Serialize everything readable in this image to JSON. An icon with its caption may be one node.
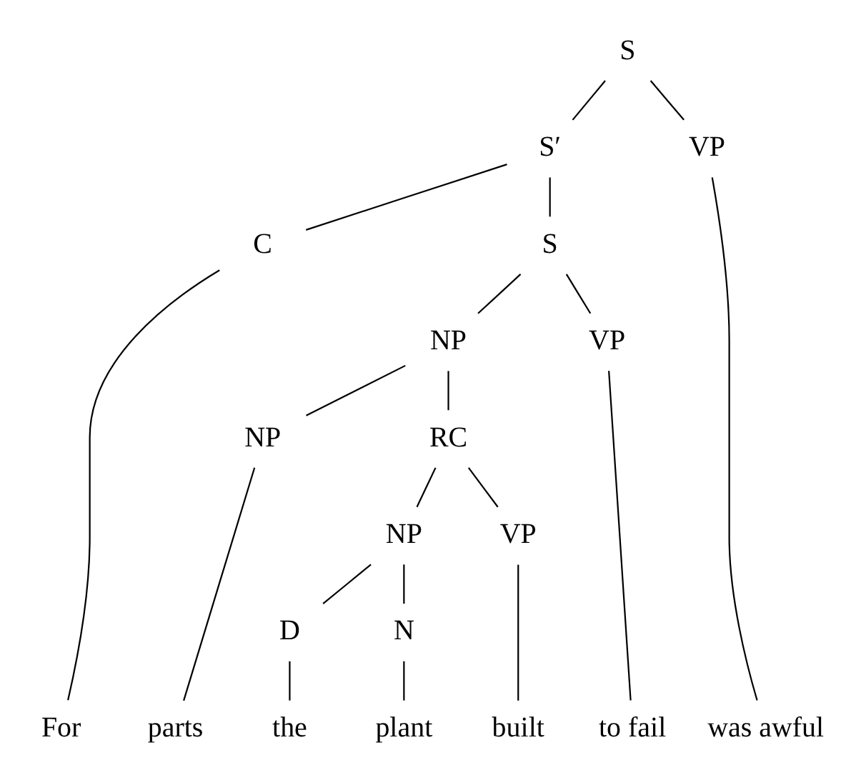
{
  "diagram": {
    "nodes": [
      {
        "text": [
          "S"
        ]
      },
      {
        "text": [
          "S′"
        ]
      },
      {
        "text": [
          "VP"
        ]
      },
      {
        "text": [
          "C"
        ]
      },
      {
        "text": [
          "S"
        ]
      },
      {
        "text": [
          "NP"
        ]
      },
      {
        "text": [
          "VP"
        ]
      },
      {
        "text": [
          "NP"
        ]
      },
      {
        "text": [
          "RC"
        ]
      },
      {
        "text": [
          "NP"
        ]
      },
      {
        "text": [
          "VP"
        ]
      },
      {
        "text": [
          "D"
        ]
      },
      {
        "text": [
          "N"
        ]
      },
      {
        "text": [
          "For"
        ]
      },
      {
        "text": [
          "parts"
        ]
      },
      {
        "text": [
          "the"
        ]
      },
      {
        "text": [
          "plant"
        ]
      },
      {
        "text": [
          "built"
        ]
      },
      {
        "text": [
          "to fail"
        ]
      },
      {
        "text": [
          "was awful"
        ]
      }
    ],
    "edges": [
      {
        "from": 0,
        "to": 1,
        "arrow": "none"
      },
      {
        "from": 0,
        "to": 2,
        "arrow": "none"
      },
      {
        "from": 1,
        "to": 3,
        "arrow": "none"
      },
      {
        "from": 1,
        "to": 4,
        "arrow": "none"
      },
      {
        "from": 4,
        "to": 5,
        "arrow": "none"
      },
      {
        "from": 4,
        "to": 6,
        "arrow": "none"
      },
      {
        "from": 5,
        "to": 7,
        "arrow": "none"
      },
      {
        "from": 5,
        "to": 8,
        "arrow": "none"
      },
      {
        "from": 8,
        "to": 9,
        "arrow": "none"
      },
      {
        "from": 8,
        "to": 10,
        "arrow": "none"
      },
      {
        "from": 9,
        "to": 11,
        "arrow": "none"
      },
      {
        "from": 9,
        "to": 12,
        "arrow": "none"
      },
      {
        "from": 3,
        "to": 13,
        "arrow": "none"
      },
      {
        "from": 7,
        "to": 14,
        "arrow": "none"
      },
      {
        "from": 11,
        "to": 15,
        "arrow": "none"
      },
      {
        "from": 12,
        "to": 16,
        "arrow": "none"
      },
      {
        "from": 10,
        "to": 17,
        "arrow": "none"
      },
      {
        "from": 6,
        "to": 18,
        "arrow": "none"
      },
      {
        "from": 2,
        "to": 19,
        "arrow": "none"
      }
    ]
  }
}
